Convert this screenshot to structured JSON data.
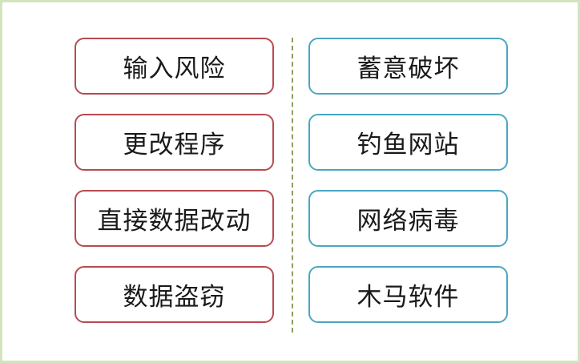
{
  "left_column": {
    "items": [
      {
        "label": "输入风险"
      },
      {
        "label": "更改程序"
      },
      {
        "label": "直接数据改动"
      },
      {
        "label": "数据盗窃"
      }
    ]
  },
  "right_column": {
    "items": [
      {
        "label": "蓄意破坏"
      },
      {
        "label": "钓鱼网站"
      },
      {
        "label": "网络病毒"
      },
      {
        "label": "木马软件"
      }
    ]
  },
  "colors": {
    "frame_border": "#d3e4bd",
    "left_border": "#b84a50",
    "right_border": "#4ba6c2",
    "divider": "#8aa05c"
  }
}
